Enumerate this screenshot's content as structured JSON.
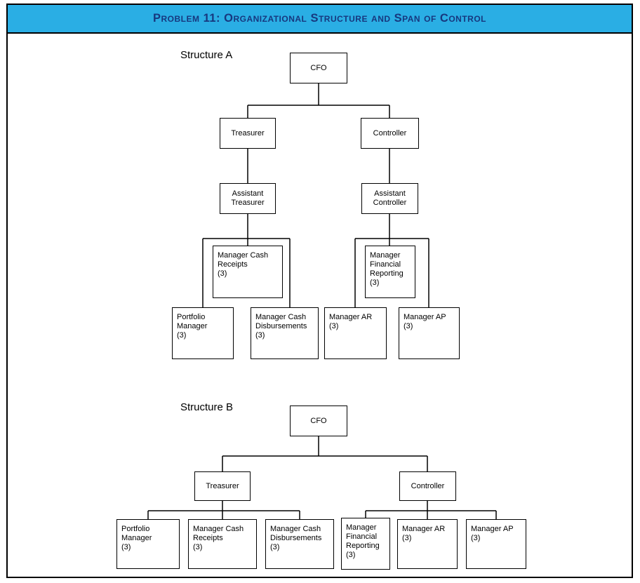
{
  "header": {
    "title": "Problem 11: Organizational Structure and Span of Control"
  },
  "colors": {
    "banner_bg": "#2aaee4",
    "banner_text": "#17387f",
    "line": "#000000"
  },
  "structure_a": {
    "label": "Structure A",
    "nodes": {
      "cfo": "CFO",
      "treasurer": "Treasurer",
      "controller": "Controller",
      "assistant_treasurer": "Assistant\nTreasurer",
      "assistant_controller": "Assistant\nController",
      "manager_cash_receipts": "Manager Cash\nReceipts\n(3)",
      "portfolio_manager": "Portfolio\nManager\n(3)",
      "manager_cash_disbursements": "Manager Cash\nDisbursements\n(3)",
      "manager_financial_reporting": "Manager\nFinancial\nReporting\n(3)",
      "manager_ar": "Manager AR\n(3)",
      "manager_ap": "Manager AP\n(3)"
    }
  },
  "structure_b": {
    "label": "Structure B",
    "nodes": {
      "cfo": "CFO",
      "treasurer": "Treasurer",
      "controller": "Controller",
      "portfolio_manager": "Portfolio\nManager\n(3)",
      "manager_cash_receipts": "Manager Cash\nReceipts\n(3)",
      "manager_cash_disbursements": "Manager Cash\nDisbursements\n(3)",
      "manager_financial_reporting": "Manager\nFinancial\nReporting\n(3)",
      "manager_ar": "Manager AR\n(3)",
      "manager_ap": "Manager AP\n(3)"
    }
  }
}
